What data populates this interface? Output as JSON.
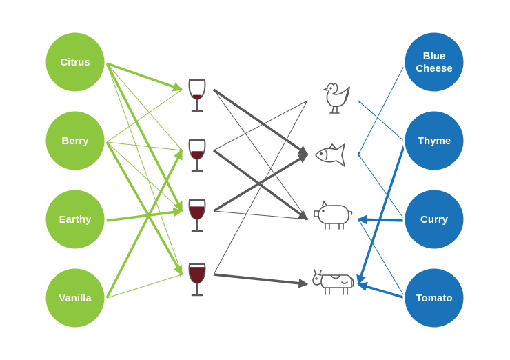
{
  "colors": {
    "flavor": "#8dc63f",
    "flavor_ring": "#ffffff",
    "pairing": "#1a72b8",
    "wine": "#58595b",
    "wine_fill": "#6b1a24",
    "icon_stroke": "#58595b"
  },
  "flavors": [
    {
      "id": "citrus",
      "label": "Citrus"
    },
    {
      "id": "berry",
      "label": "Berry"
    },
    {
      "id": "earthy",
      "label": "Earthy"
    },
    {
      "id": "vanilla",
      "label": "Vanilla"
    }
  ],
  "seasonings": [
    {
      "id": "blue-cheese",
      "lines": [
        "Blue",
        "Cheese"
      ]
    },
    {
      "id": "thyme",
      "lines": [
        "Thyme"
      ]
    },
    {
      "id": "curry",
      "lines": [
        "Curry"
      ]
    },
    {
      "id": "tomato",
      "lines": [
        "Tomato"
      ]
    }
  ],
  "wines": [
    {
      "id": "wine-1",
      "fill": 0.2
    },
    {
      "id": "wine-2",
      "fill": 0.4
    },
    {
      "id": "wine-3",
      "fill": 0.65
    },
    {
      "id": "wine-4",
      "fill": 0.85
    }
  ],
  "foods": [
    {
      "id": "chicken",
      "icon": "chicken-icon"
    },
    {
      "id": "fish",
      "icon": "fish-icon"
    },
    {
      "id": "pig",
      "icon": "pig-icon"
    },
    {
      "id": "cow",
      "icon": "cow-icon"
    }
  ],
  "links": [
    {
      "from": "citrus",
      "to": "wine-1",
      "weight": "strong"
    },
    {
      "from": "citrus",
      "to": "wine-2",
      "weight": "thin"
    },
    {
      "from": "citrus",
      "to": "wine-3",
      "weight": "strong"
    },
    {
      "from": "citrus",
      "to": "wine-4",
      "weight": "thin"
    },
    {
      "from": "berry",
      "to": "wine-1",
      "weight": "thin"
    },
    {
      "from": "berry",
      "to": "wine-2",
      "weight": "thin"
    },
    {
      "from": "berry",
      "to": "wine-3",
      "weight": "thin"
    },
    {
      "from": "berry",
      "to": "wine-4",
      "weight": "strong"
    },
    {
      "from": "earthy",
      "to": "wine-3",
      "weight": "strong"
    },
    {
      "from": "vanilla",
      "to": "wine-2",
      "weight": "strong"
    },
    {
      "from": "vanilla",
      "to": "wine-4",
      "weight": "thin"
    },
    {
      "from": "wine-1",
      "to": "fish",
      "weight": "strong"
    },
    {
      "from": "wine-1",
      "to": "pig",
      "weight": "thin"
    },
    {
      "from": "wine-2",
      "to": "chicken",
      "weight": "thin"
    },
    {
      "from": "wine-2",
      "to": "pig",
      "weight": "strong"
    },
    {
      "from": "wine-3",
      "to": "fish",
      "weight": "strong"
    },
    {
      "from": "wine-3",
      "to": "pig",
      "weight": "thin"
    },
    {
      "from": "wine-4",
      "to": "cow",
      "weight": "strong"
    },
    {
      "from": "wine-4",
      "to": "chicken",
      "weight": "thin"
    },
    {
      "from": "blue-cheese",
      "to": "fish",
      "weight": "thin"
    },
    {
      "from": "thyme",
      "to": "chicken",
      "weight": "thin"
    },
    {
      "from": "thyme",
      "to": "cow",
      "weight": "strong"
    },
    {
      "from": "curry",
      "to": "pig",
      "weight": "strong"
    },
    {
      "from": "curry",
      "to": "fish",
      "weight": "thin"
    },
    {
      "from": "tomato",
      "to": "cow",
      "weight": "strong"
    },
    {
      "from": "tomato",
      "to": "pig",
      "weight": "thin"
    }
  ]
}
